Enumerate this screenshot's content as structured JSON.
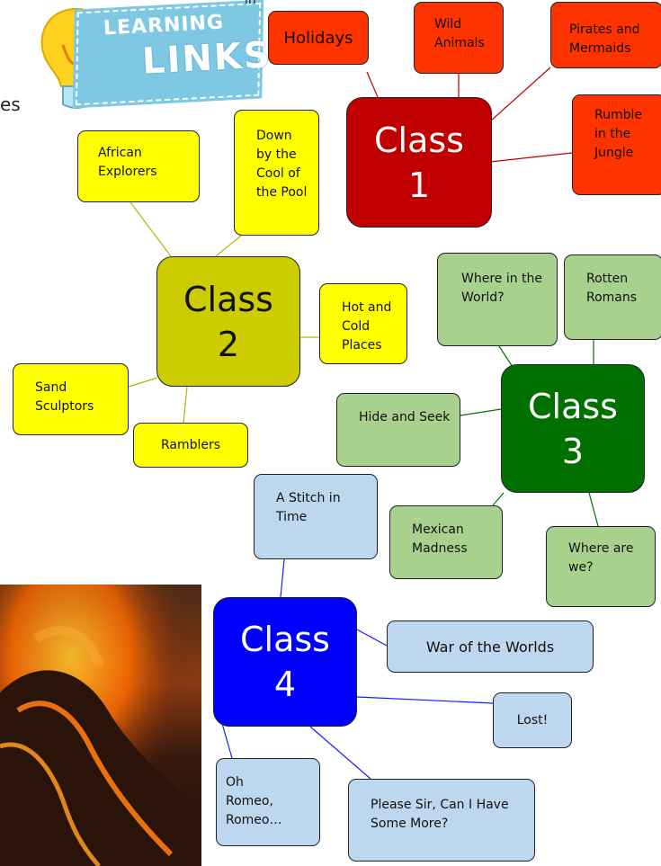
{
  "logo": {
    "line1": "LEARNING",
    "line2": "LINKS"
  },
  "stray_text": {
    "top": "in",
    "left": "es"
  },
  "colors": {
    "class1": "#c00000",
    "class1_topics": "#ff3300",
    "class2": "#cccc00",
    "class2_topics": "#ffff00",
    "class3": "#007000",
    "class3_topics": "#a9d18e",
    "class4": "#0000ff",
    "class4_topics": "#bdd7ee"
  },
  "class1": {
    "label_line1": "Class",
    "label_line2": "1",
    "topics": [
      "Holidays",
      "Wild Animals",
      "Pirates and Mermaids",
      "Rumble in the Jungle"
    ]
  },
  "class2": {
    "label_line1": "Class",
    "label_line2": "2",
    "topics": [
      "African Explorers",
      "Down by the Cool of the Pool",
      "Hot and Cold Places",
      "Sand Sculptors",
      "Ramblers"
    ]
  },
  "class3": {
    "label_line1": "Class",
    "label_line2": "3",
    "topics": [
      "Where in the World?",
      "Rotten Romans",
      "Hide and Seek",
      "Mexican Madness",
      "Where are we?"
    ]
  },
  "class4": {
    "label_line1": "Class",
    "label_line2": "4",
    "topics": [
      "A Stitch in Time",
      "War of the Worlds",
      "Lost!",
      "Oh Romeo, Romeo…",
      "Please Sir, Can I Have Some More?"
    ]
  }
}
